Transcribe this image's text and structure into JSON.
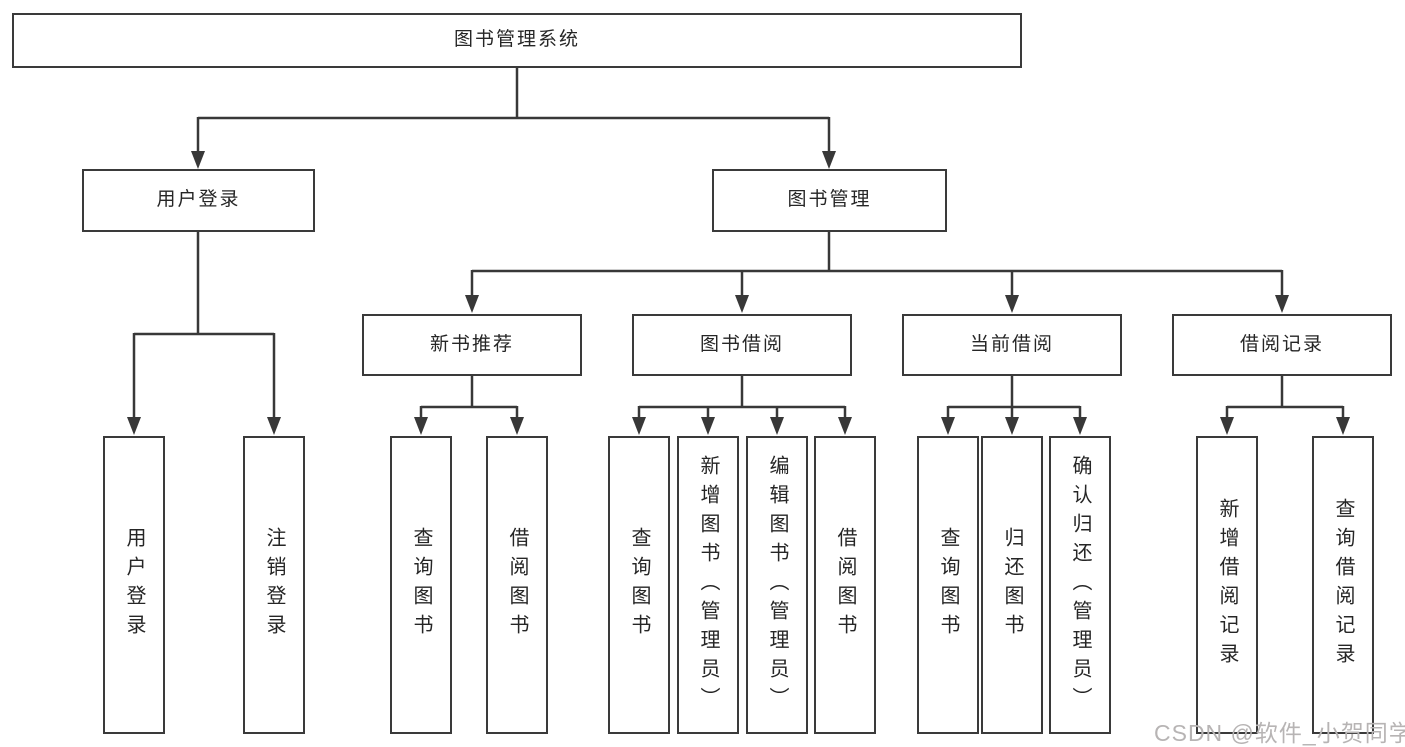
{
  "diagram_title": "图书管理系统",
  "tree": {
    "root": {
      "label": "图书管理系统"
    },
    "branches": [
      {
        "label": "用户登录",
        "children": [
          {
            "label": "用户登录"
          },
          {
            "label": "注销登录"
          }
        ]
      },
      {
        "label": "图书管理",
        "children": [
          {
            "label": "新书推荐",
            "children": [
              {
                "label": "查询图书"
              },
              {
                "label": "借阅图书"
              }
            ]
          },
          {
            "label": "图书借阅",
            "children": [
              {
                "label": "查询图书"
              },
              {
                "label": "新增图书（管理员）"
              },
              {
                "label": "编辑图书（管理员）"
              },
              {
                "label": "借阅图书"
              }
            ]
          },
          {
            "label": "当前借阅",
            "children": [
              {
                "label": "查询图书"
              },
              {
                "label": "归还图书"
              },
              {
                "label": "确认归还（管理员）"
              }
            ]
          },
          {
            "label": "借阅记录",
            "children": [
              {
                "label": "新增借阅记录"
              },
              {
                "label": "查询借阅记录"
              }
            ]
          }
        ]
      }
    ]
  },
  "watermark": "CSDN @软件_小贺同学",
  "colors": {
    "background": "#ffffff",
    "box_fill": "#ffffff",
    "box_border": "#3a3a3a",
    "line": "#383838",
    "text": "#262626",
    "watermark": "#b7b4b4"
  }
}
